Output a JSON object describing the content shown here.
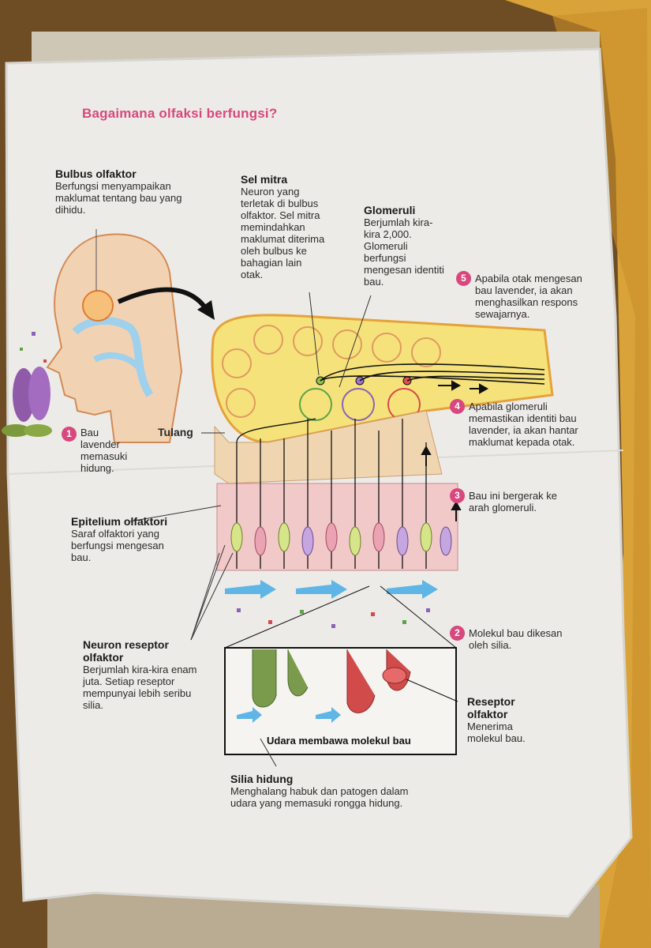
{
  "title": "Bagaimana olfaksi berfungsi?",
  "bulbus": {
    "heading": "Bulbus olfaktor",
    "text": "Berfungsi menyampaikan maklumat tentang bau yang dihidu."
  },
  "sel_mitra": {
    "heading": "Sel mitra",
    "text": "Neuron yang terletak di bulbus olfaktor. Sel mitra memindahkan maklumat diterima oleh bulbus ke bahagian lain otak."
  },
  "glomeruli": {
    "heading": "Glomeruli",
    "text": "Berjumlah kira-kira 2,000. Glomeruli berfungsi mengesan identiti bau."
  },
  "tulang": "Tulang",
  "epitelium": {
    "heading": "Epitelium olfaktori",
    "text": "Saraf olfaktori yang berfungsi mengesan bau."
  },
  "neuron": {
    "heading": "Neuron reseptor olfaktor",
    "text": "Berjumlah kira-kira enam juta. Setiap reseptor mempunyai lebih seribu silia."
  },
  "reseptor": {
    "heading": "Reseptor olfaktor",
    "text": "Menerima molekul bau."
  },
  "silia": {
    "heading": "Silia hidung",
    "text": "Menghalang habuk dan patogen dalam udara yang memasuki rongga hidung."
  },
  "inset_caption": "Udara membawa molekul bau",
  "steps": [
    {
      "n": "1",
      "text": "Bau lavender memasuki hidung."
    },
    {
      "n": "2",
      "text": "Molekul bau dikesan oleh silia."
    },
    {
      "n": "3",
      "text": "Bau ini bergerak ke arah glomeruli."
    },
    {
      "n": "4",
      "text": "Apabila glomeruli memastikan identiti bau lavender, ia akan hantar maklumat kepada otak."
    },
    {
      "n": "5",
      "text": "Apabila otak mengesan bau lavender, ia akan menghasilkan respons sewajarnya."
    }
  ],
  "colors": {
    "title": "#d8487e",
    "paper": "#ecebe7",
    "folder": "#d9a33a",
    "bulb": "#f6e27a",
    "epithelium": "#f2c9c9"
  }
}
